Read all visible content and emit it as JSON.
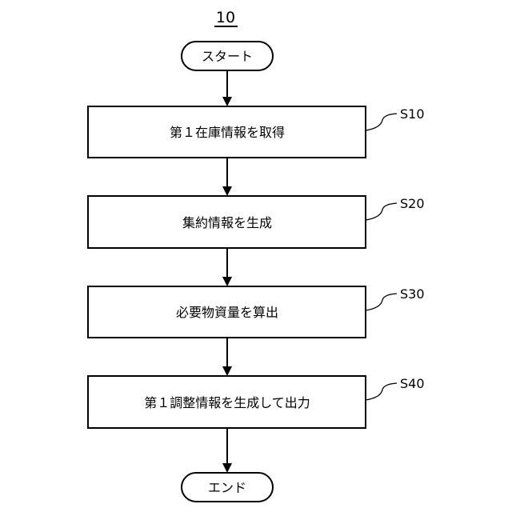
{
  "figure": {
    "number": "10"
  },
  "flowchart": {
    "start": {
      "label": "スタート"
    },
    "steps": [
      {
        "id": "S10",
        "label": "第１在庫情報を取得"
      },
      {
        "id": "S20",
        "label": "集約情報を生成"
      },
      {
        "id": "S30",
        "label": "必要物資量を算出"
      },
      {
        "id": "S40",
        "label": "第１調整情報を生成して出力"
      }
    ],
    "end": {
      "label": "エンド"
    }
  },
  "colors": {
    "stroke": "#000000",
    "background": "#ffffff"
  }
}
